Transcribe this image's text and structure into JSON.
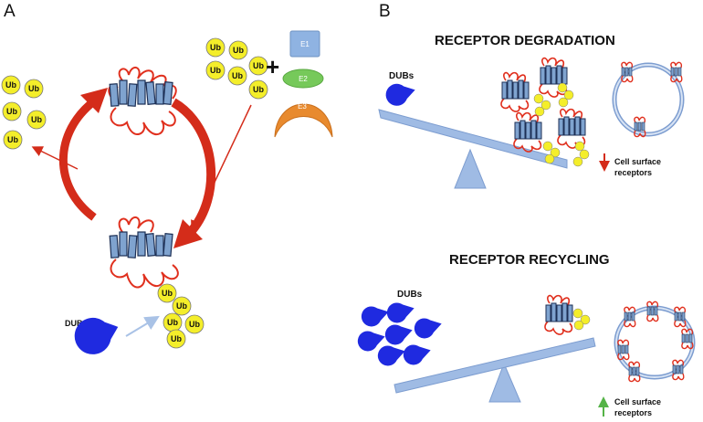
{
  "panels": {
    "a": {
      "label": "A",
      "ub_label": "Ub",
      "dubs_label": "DUBs",
      "enzymes": {
        "e1": "E1",
        "e2": "E2",
        "e3": "E3"
      },
      "plus_sign": "+"
    },
    "b": {
      "label": "B",
      "degradation": {
        "heading": "RECEPTOR DEGRADATION",
        "dubs_label": "DUBs",
        "receptor_text_line1": "Cell surface",
        "receptor_text_line2": "receptors"
      },
      "recycling": {
        "heading": "RECEPTOR RECYCLING",
        "dubs_label": "DUBs",
        "receptor_text_line1": "Cell surface",
        "receptor_text_line2": "receptors"
      }
    }
  },
  "colors": {
    "ubiquitin": "#f4ee2a",
    "receptor_helix": "#7fa3cf",
    "receptor_loop": "#e0301e",
    "cycle_arrow": "#d42c1a",
    "dub": "#1f2ae0",
    "seesaw": "#9fbbe4",
    "e1": "#8fb3e2",
    "e2": "#76c95a",
    "e3": "#e88a2e",
    "arrow_down": "#d42c1a",
    "arrow_up": "#55b347"
  }
}
